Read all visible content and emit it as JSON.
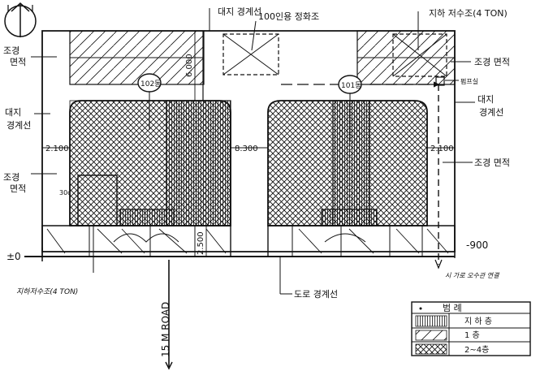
{
  "labels": {
    "site_boundary_top": "대지 경계선",
    "septic_tank": "100인용 정화조",
    "underground_reservoir_right": "지하 저수조(4 TON)",
    "landscape_right_top": "조경 면적",
    "pump_room": "펌프실",
    "site_boundary_right_1": "대지",
    "site_boundary_right_2": "경계선",
    "landscape_right_mid": "조경 면적",
    "landscape_left_top_1": "조경",
    "landscape_left_top_2": "면적",
    "site_boundary_left_1": "대지",
    "site_boundary_left_2": "경계선",
    "landscape_left_mid_1": "조경",
    "landscape_left_mid_2": "면적",
    "bldg_102": "102동",
    "bldg_101": "101동",
    "dim_top_setback": "6.000",
    "dim_left_setback": "2.100",
    "dim_right_setback": "2.100",
    "dim_gap": "8.300",
    "dim_front_setback": "2.500",
    "level_zero": "±0",
    "level_right": "-900",
    "small_code": "30c",
    "underground_reservoir_left": "지하저수조(4 TON)",
    "road_label": "15 M ROAD",
    "road_boundary": "도로 경계선",
    "note_right": "시 가로 오수관 연결"
  },
  "legend": {
    "title": "범 례",
    "rows": [
      {
        "label": "지 하 층"
      },
      {
        "label": "1 층"
      },
      {
        "label": "2~4층"
      }
    ]
  },
  "colors": {
    "ink": "#111111",
    "paper": "#ffffff"
  }
}
